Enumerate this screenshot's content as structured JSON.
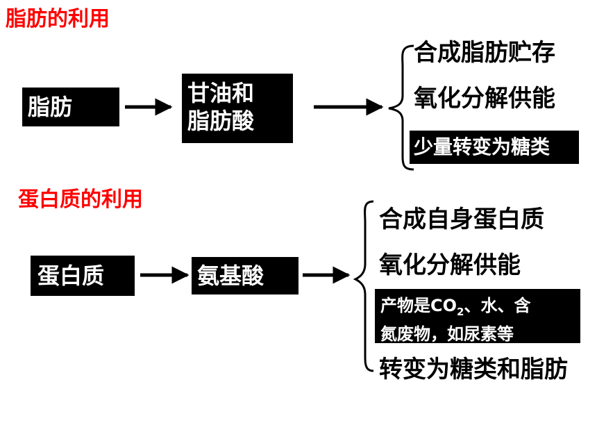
{
  "colors": {
    "title": "#ff0000",
    "box_bg": "#000000",
    "box_text": "#ffffff",
    "text": "#000000"
  },
  "fat_section": {
    "title": "脂肪的利用",
    "source": "脂肪",
    "product_line1": "甘油和",
    "product_line2": "脂肪酸",
    "uses": [
      "合成脂肪贮存",
      "氧化分解供能"
    ],
    "highlight_use": "少量转变为糖类"
  },
  "protein_section": {
    "title": "蛋白质的利用",
    "source": "蛋白质",
    "product": "氨基酸",
    "uses": [
      "合成自身蛋白质",
      "氧化分解供能"
    ],
    "note_line1_prefix": "产物是CO",
    "note_subscript": "2",
    "note_line1_suffix": "、水、含",
    "note_line2": "氮废物，如尿素等",
    "last_use": "转变为糖类和脂肪"
  }
}
